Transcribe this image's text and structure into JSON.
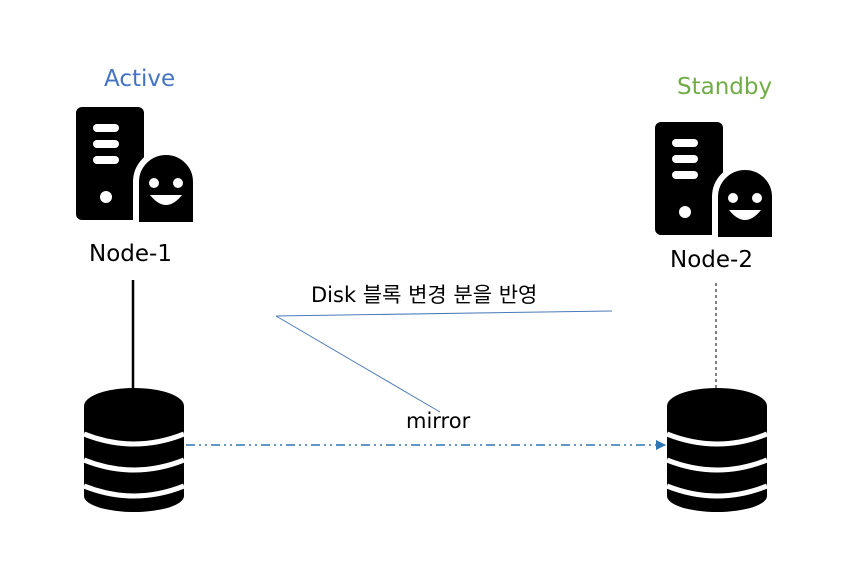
{
  "nodes": [
    {
      "role": "Active",
      "name": "Node-1"
    },
    {
      "role": "Standby",
      "name": "Node-2"
    }
  ],
  "connection": {
    "label": "mirror",
    "callout": "Disk 블록 변경 분을 반영"
  },
  "colors": {
    "active": "#4472C4",
    "standby": "#70AD47",
    "arrow": "#2E75B6",
    "icon": "#000000"
  },
  "icons": {
    "server": "server-person-icon",
    "disk": "database-icon"
  }
}
